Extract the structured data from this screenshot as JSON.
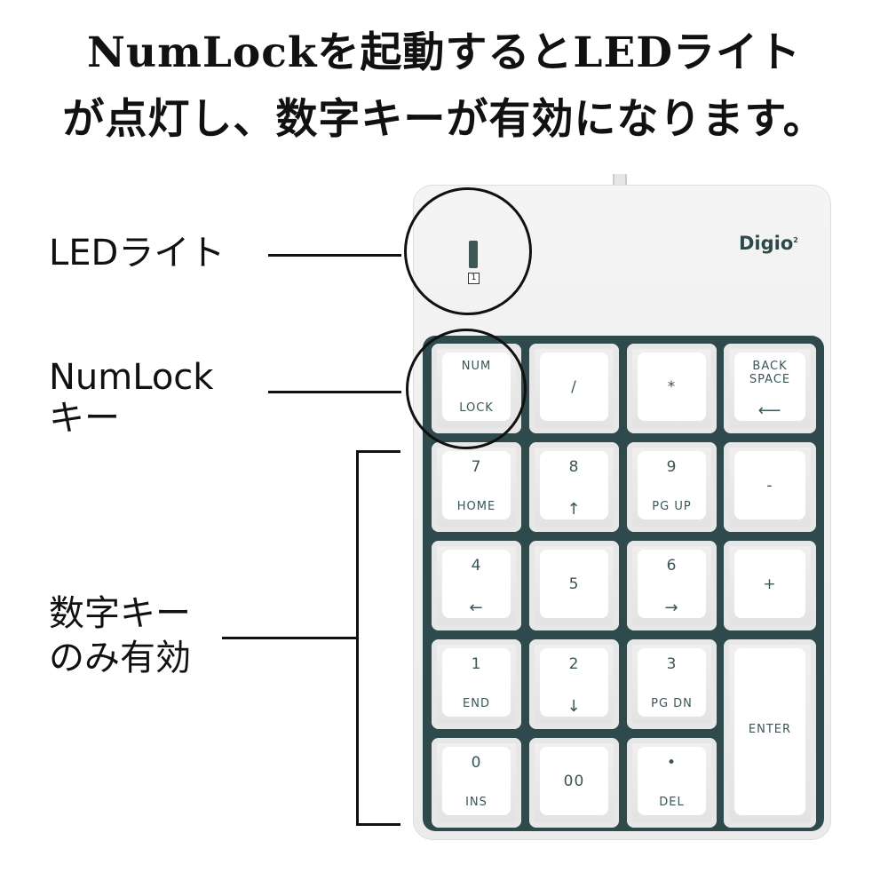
{
  "title": {
    "line1": "NumLockを起動するとLEDライト",
    "line2": "が点灯し、数字キーが有効になります。"
  },
  "labels": {
    "led": "LEDライト",
    "numlock_1": "NumLock",
    "numlock_2": "キー",
    "numeric_1": "数字キー",
    "numeric_2": "のみ有効"
  },
  "device": {
    "brand": "Digio",
    "brand_sup": "2",
    "led_icon": "1"
  },
  "keys": [
    {
      "top": "NUM",
      "bottom": "LOCK"
    },
    {
      "top": "/",
      "bottom": ""
    },
    {
      "top": "*",
      "bottom": ""
    },
    {
      "top": "BACK SPACE",
      "bottom": "⟵"
    },
    {
      "top": "7",
      "bottom": "HOME"
    },
    {
      "top": "8",
      "bottom": "↑"
    },
    {
      "top": "9",
      "bottom": "PG UP"
    },
    {
      "top": "-",
      "bottom": ""
    },
    {
      "top": "4",
      "bottom": "←"
    },
    {
      "top": "5",
      "bottom": ""
    },
    {
      "top": "6",
      "bottom": "→"
    },
    {
      "top": "+",
      "bottom": ""
    },
    {
      "top": "1",
      "bottom": "END"
    },
    {
      "top": "2",
      "bottom": "↓"
    },
    {
      "top": "3",
      "bottom": "PG DN"
    },
    {
      "top": "ENTER",
      "bottom": ""
    },
    {
      "top": "0",
      "bottom": "INS"
    },
    {
      "top": "00",
      "bottom": ""
    },
    {
      "top": "•",
      "bottom": "DEL"
    }
  ]
}
